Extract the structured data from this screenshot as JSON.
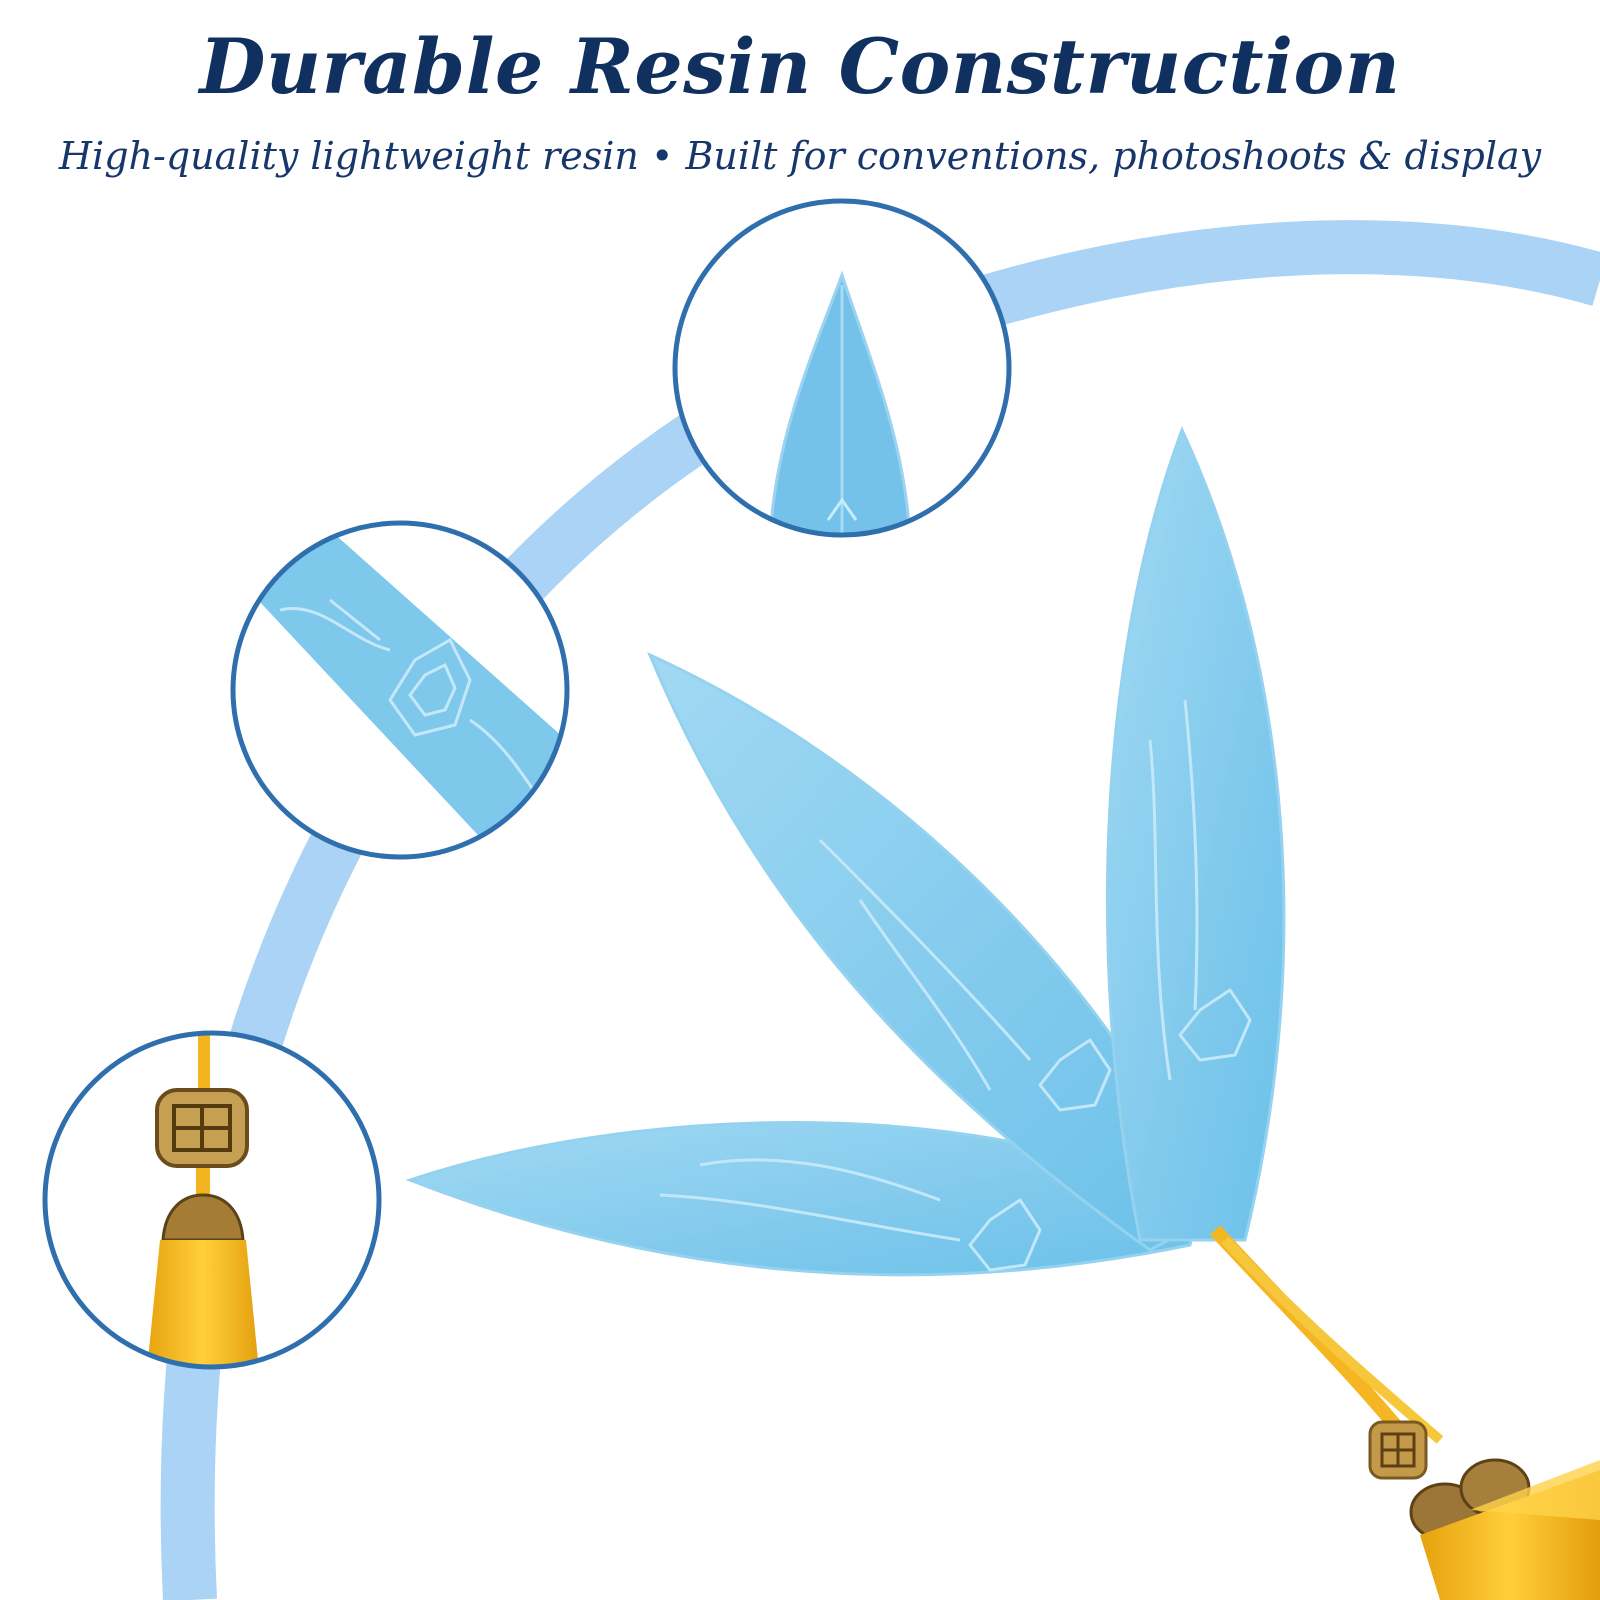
{
  "header": {
    "title": "Durable Resin Construction",
    "subtitle": "High-quality lightweight resin • Built for conventions, photoshoots & display"
  },
  "colors": {
    "title": "#10305f",
    "arc": "#aad3f5",
    "callout_border": "#2f6fae",
    "resin": "#7ec8ec",
    "resin_deep": "#4fb1e4",
    "tassel": "#f3b51f",
    "metal": "#b08a3a"
  },
  "callouts": [
    {
      "name": "blade-tip-detail",
      "icon": "blade-tip-closeup"
    },
    {
      "name": "engraved-pattern-detail",
      "icon": "engraved-flower-closeup"
    },
    {
      "name": "tassel-knot-detail",
      "icon": "tassel-knot-closeup"
    }
  ],
  "product": {
    "name": "resin-blade-fan",
    "blades": 3,
    "has_tassel": true
  }
}
